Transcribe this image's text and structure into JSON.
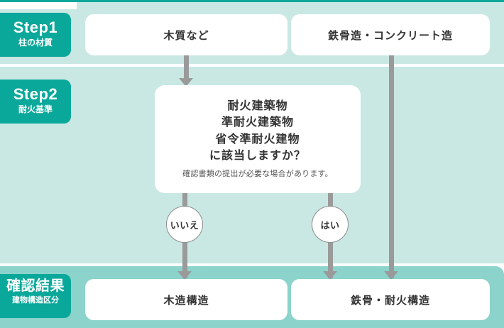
{
  "chart_data": {
    "type": "diagram",
    "title": "建物構造区分 確認フロー",
    "steps": [
      {
        "id": "step1",
        "title": "Step1",
        "subtitle": "柱の材質"
      },
      {
        "id": "step2",
        "title": "Step2",
        "subtitle": "耐火基準"
      },
      {
        "id": "result",
        "title": "確認結果",
        "subtitle": "建物構造区分"
      }
    ],
    "nodes": [
      {
        "id": "wood",
        "label": "木質など",
        "row": "step1"
      },
      {
        "id": "steel",
        "label": "鉄骨造・コンクリート造",
        "row": "step1"
      },
      {
        "id": "decision",
        "label": "耐火建築物 準耐火建築物 省令準耐火建物 に該当しますか？",
        "row": "step2"
      },
      {
        "id": "result_l",
        "label": "木造構造",
        "row": "result"
      },
      {
        "id": "result_r",
        "label": "鉄骨・耐火構造",
        "row": "result"
      }
    ],
    "edges": [
      {
        "from": "wood",
        "to": "decision",
        "label": ""
      },
      {
        "from": "decision",
        "to": "result_l",
        "label": "いいえ"
      },
      {
        "from": "decision",
        "to": "result_r",
        "label": "はい"
      },
      {
        "from": "steel",
        "to": "result_r",
        "label": ""
      }
    ]
  },
  "colors": {
    "band_light": "#c9e8e4",
    "band_strong": "#8bd3cb",
    "badge": "#0aa89a",
    "top_rule": "#0aa79a",
    "card": "#ffffff",
    "connector": "#9a9a9a",
    "text": "#333333"
  },
  "badges": {
    "step1": {
      "title": "Step1",
      "subtitle": "柱の材質"
    },
    "step2": {
      "title": "Step2",
      "subtitle": "耐火基準"
    },
    "result": {
      "title": "確認結果",
      "subtitle": "建物構造区分"
    }
  },
  "boxes": {
    "wood": "木質など",
    "steel": "鉄骨造・コンクリート造",
    "result_left": "木造構造",
    "result_right": "鉄骨・耐火構造"
  },
  "decision": {
    "line1": "耐火建築物",
    "line2": "準耐火建築物",
    "line3": "省令準耐火建物",
    "line4": "に該当しますか？",
    "note": "確認書類の提出が必要な場合があります。"
  },
  "choices": {
    "no": "いいえ",
    "yes": "はい"
  }
}
